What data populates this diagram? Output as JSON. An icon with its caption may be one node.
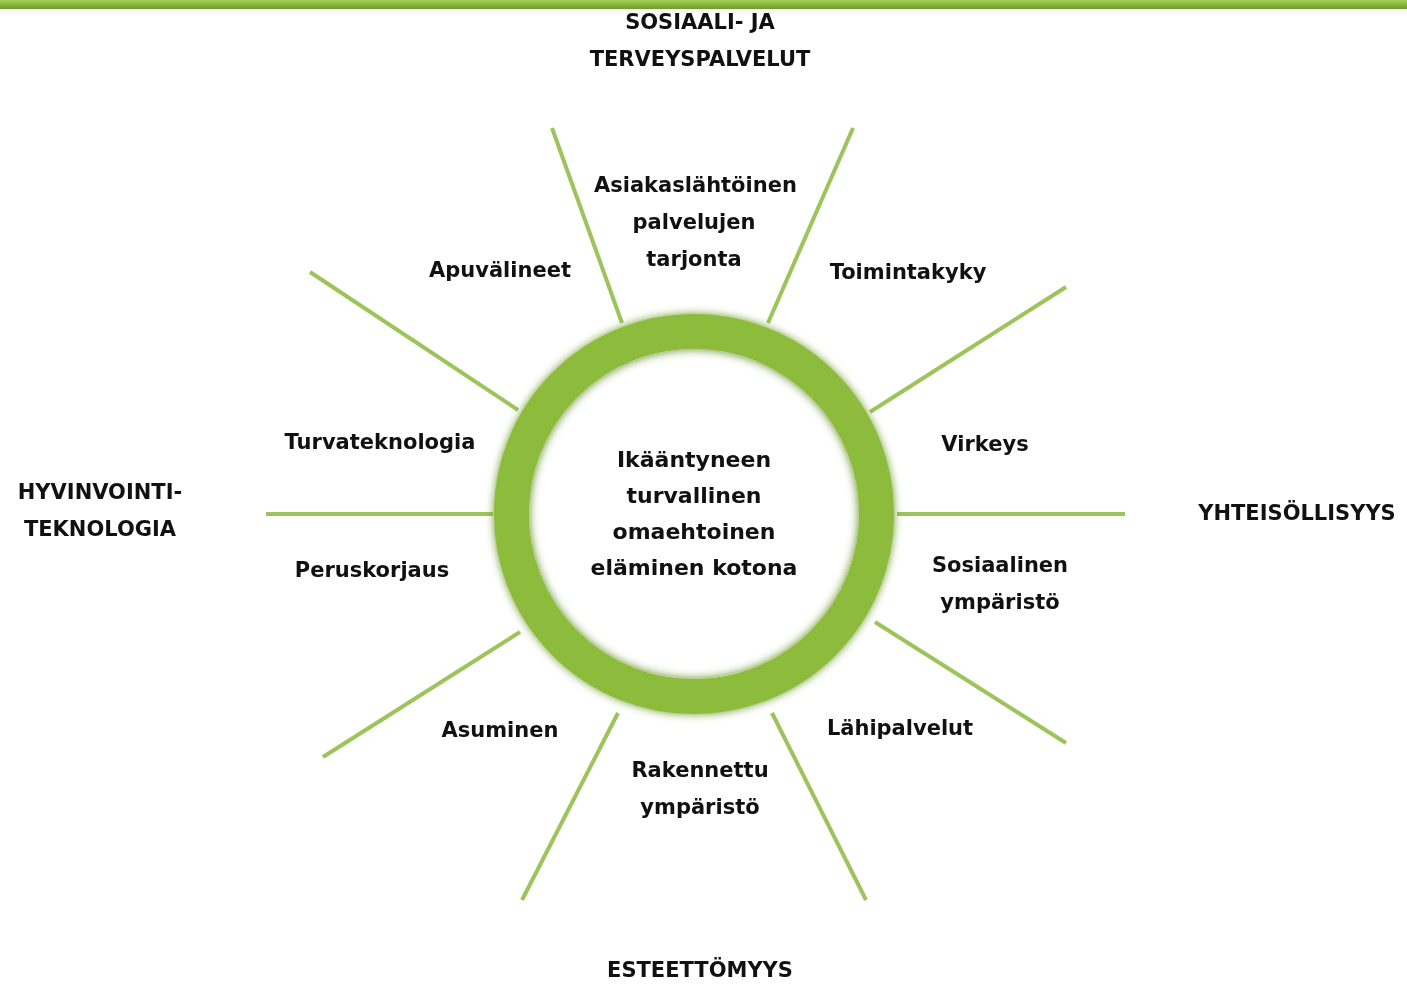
{
  "diagram": {
    "nodes": [
      {
        "text": [
          "Ikääntyneen turvallinen omaehtoinen eläminen kotona"
        ]
      }
    ],
    "labels": [
      "SOSIAALI- JA TERVEYSPALVELUT",
      "Asiakaslähtöinen palvelujen tarjonta",
      "Apuvälineet",
      "Toimintakyky",
      "Turvateknologia",
      "Virkeys",
      "HYVINVOINTI- TEKNOLOGIA",
      "YHTEISÖLLISYYS",
      "Peruskorjaus",
      "Sosiaalinen ympäristö",
      "Asuminen",
      "Lähipalvelut",
      "Rakennettu ympäristö",
      "ESTEETTÖMYYS"
    ]
  }
}
